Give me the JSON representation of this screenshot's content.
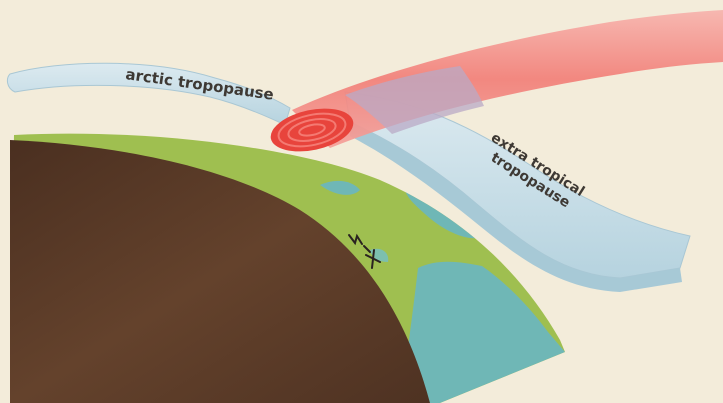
{
  "labels": {
    "arctic": "arctic tropopause",
    "extratropical_line1": "extra tropical",
    "extratropical_line2": "tropopause"
  },
  "colors": {
    "paper": "#f3ecda",
    "earth_interior": "#5e3d28",
    "land_green": "#9fbf50",
    "ocean_teal": "#6fb7b6",
    "tropopause_blue": "#c2dbe6",
    "jet_stream_red": "#f07c74",
    "jet_core": "#e8443c",
    "label_text": "#3e3934"
  },
  "icons": {
    "compass": "north-arrow-icon"
  }
}
